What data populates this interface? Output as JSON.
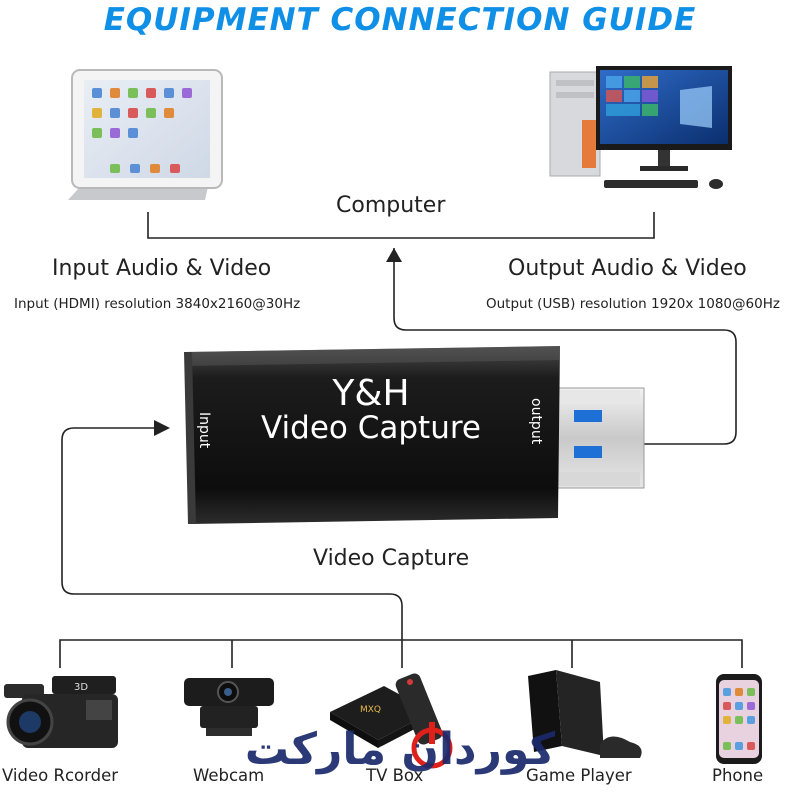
{
  "title": "EQUIPMENT CONNECTION GUIDE",
  "computer_label": "Computer",
  "input": {
    "title": "Input Audio & Video",
    "resolution": "Input (HDMI) resolution 3840x2160@30Hz"
  },
  "output": {
    "title": "Output Audio & Video",
    "resolution": "Output (USB) resolution 1920x 1080@60Hz"
  },
  "device": {
    "brand": "Y&H",
    "product": "Video Capture",
    "port_input": "Input",
    "port_output": "output",
    "caption": "Video Capture"
  },
  "sources": {
    "video_recorder": "Video Rcorder",
    "webcam": "Webcam",
    "tv_box": "TV Box",
    "game_player": "Game Player",
    "phone": "Phone"
  },
  "device_marks": {
    "camcorder_badge": "3D",
    "tvbox_brand": "MXQ"
  },
  "watermark": "کوردان مارکت",
  "colors": {
    "title": "#0f8fe6",
    "line": "#222222",
    "usb_blue": "#1e6fd6",
    "watermark_navy": "#1a2a6c",
    "watermark_red": "#e0201b"
  }
}
